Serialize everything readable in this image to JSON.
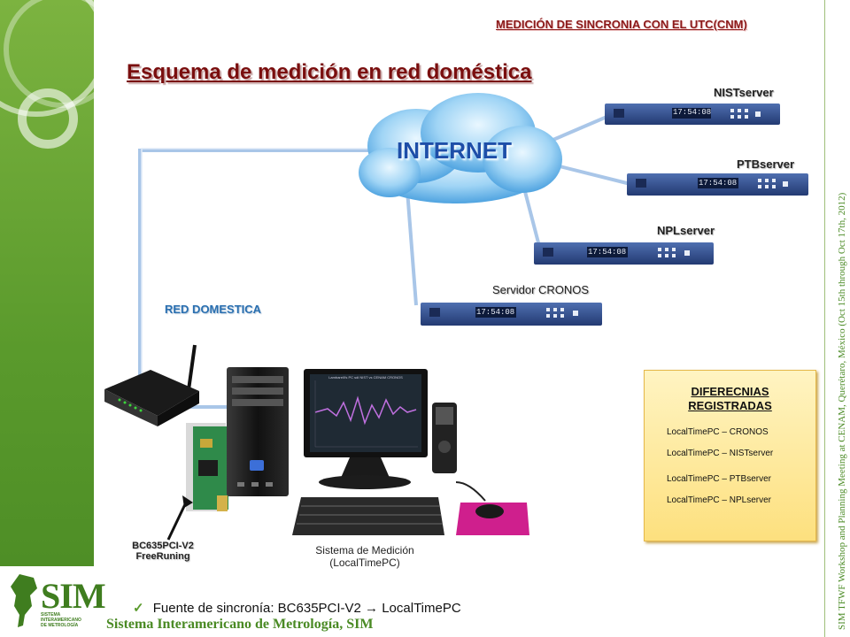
{
  "header": {
    "subtitle": "MEDICIÓN DE SINCRONIA CON EL UTC(CNM)",
    "title": "Esquema de medición en red doméstica"
  },
  "network": {
    "internet_label": "INTERNET",
    "red_label": "RED DOMESTICA",
    "servers": [
      {
        "label": "NISTserver",
        "display": "17:54:08"
      },
      {
        "label": "PTBserver",
        "display": "17:54:08"
      },
      {
        "label": "NPLserver",
        "display": "17:54:08"
      },
      {
        "label": "Servidor CRONOS",
        "display": "17:54:08"
      }
    ],
    "card_label_line1": "BC635PCI-V2",
    "card_label_line2": "FreeRuning",
    "system_label_line1": "Sistema de Medición",
    "system_label_line2": "(LocalTimePC)",
    "monitor_plot_title": "Lambarelli's PC sdi NIST vs CENAM CRONOS"
  },
  "differences": {
    "title_line1": "DIFERECNIAS",
    "title_line2": "REGISTRADAS",
    "items": [
      "LocalTimePC – CRONOS",
      "LocalTimePC – NISTserver",
      "LocalTimePC – PTBserver",
      "LocalTimePC – NPLserver"
    ]
  },
  "bullet": {
    "check": "✓",
    "text": "Fuente de sincronía: BC635PCI-V2 → LocalTimePC"
  },
  "footer": {
    "org": "Sistema Interamericano de Metrología, SIM",
    "logo_text": "SIM",
    "logo_sub": "SISTEMA INTERAMERICANO DE METROLOGÍA",
    "side_caption": "SIM TFWF Workshop and Planning Meeting at CENAM, Querétaro, México (Oct 15th through Oct 17th, 2012)"
  },
  "colors": {
    "green": "#5a9a2c",
    "title_red": "#7a0e0e",
    "cable_blue": "#a9c6e8",
    "server_blue": "#2b4a8a"
  }
}
